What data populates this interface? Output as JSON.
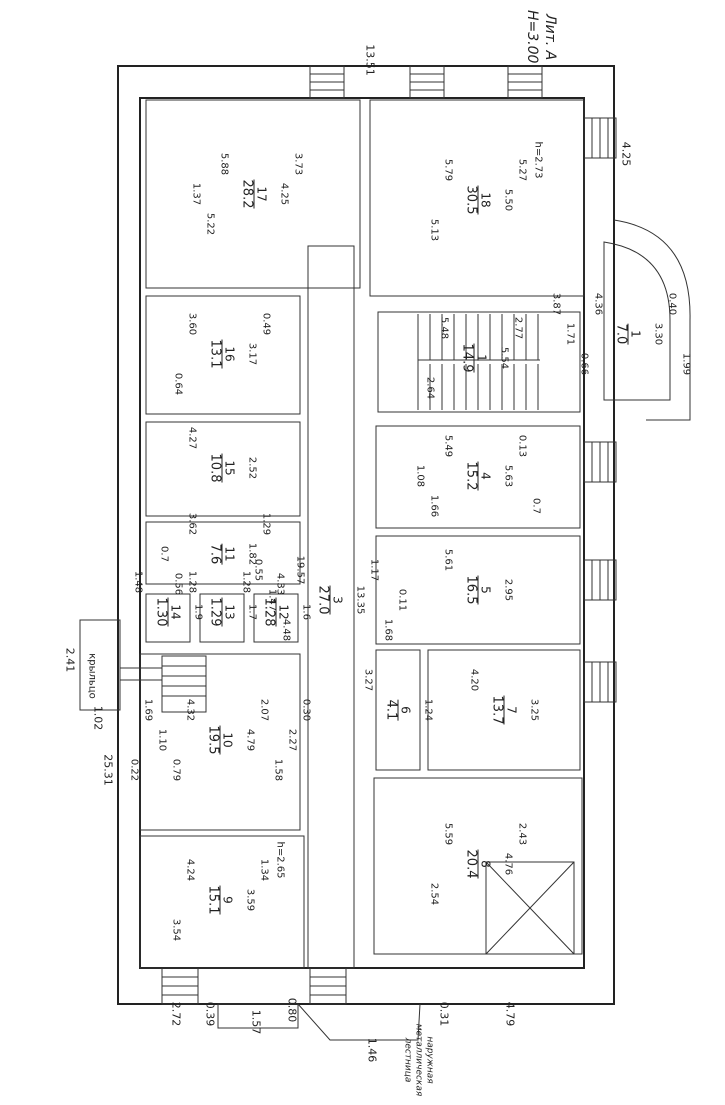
{
  "header": {
    "lit": "Лит. А",
    "height": "H=3.00"
  },
  "rooms": [
    {
      "id": "17",
      "area": "28.2",
      "dims": [
        "5.88",
        "4.25",
        "5.22",
        "3.73",
        "1.37"
      ]
    },
    {
      "id": "18",
      "area": "30.5",
      "dims": [
        "5.79",
        "5.50",
        "5.13",
        "5.27"
      ],
      "h": "h=2.73"
    },
    {
      "id": "16",
      "area": "13.1",
      "dims": [
        "3.60",
        "3.17",
        "0.64",
        "0.49"
      ]
    },
    {
      "id": "1",
      "area": "14.9",
      "dims": [
        "5.48",
        "5.54",
        "2.64",
        "2.77"
      ]
    },
    {
      "id": "1",
      "area": "7.0",
      "dims": [
        "4.36",
        "3.30",
        "0.66",
        "0.40",
        "1.71",
        "1.99",
        "3.87"
      ]
    },
    {
      "id": "15",
      "area": "10.8",
      "dims": [
        "4.27",
        "2.52"
      ]
    },
    {
      "id": "4",
      "area": "15.2",
      "dims": [
        "5.49",
        "5.63",
        "1.66",
        "0.13",
        "1.08",
        "0.7"
      ]
    },
    {
      "id": "11",
      "area": "7.6",
      "dims": [
        "3.62",
        "1.82",
        "0.56",
        "1.29",
        "0.7",
        "4.33"
      ]
    },
    {
      "id": "14",
      "area": "1.30",
      "dims": [
        "1.48",
        "1.9"
      ]
    },
    {
      "id": "13",
      "area": "1.29",
      "dims": [
        "1.28",
        "1.7"
      ]
    },
    {
      "id": "12",
      "area": "1.28",
      "dims": [
        "1.28",
        "1.6"
      ]
    },
    {
      "id": "5",
      "area": "16.5",
      "dims": [
        "5.61",
        "2.95"
      ]
    },
    {
      "id": "3",
      "area": "27.0",
      "dims": [
        "19.57",
        "13.35",
        "4.48",
        "1.17",
        "1.47",
        "1.68",
        "0.55",
        "0.11"
      ]
    },
    {
      "id": "10",
      "area": "19.5",
      "dims": [
        "4.32",
        "4.79",
        "0.79",
        "2.07",
        "1.10",
        "1.58",
        "1.69",
        "2.27",
        "0.22",
        "0.30"
      ]
    },
    {
      "id": "6",
      "area": "4.1",
      "dims": [
        "3.27",
        "1.24"
      ]
    },
    {
      "id": "7",
      "area": "13.7",
      "dims": [
        "4.20",
        "3.25"
      ]
    },
    {
      "id": "8",
      "area": "20.4",
      "dims": [
        "5.59",
        "4.76",
        "2.54",
        "2.43"
      ]
    },
    {
      "id": "9",
      "area": "15.1",
      "dims": [
        "4.24",
        "3.59",
        "3.54",
        "1.34"
      ],
      "h": "h=2.65"
    }
  ],
  "outer": {
    "top": "13.51",
    "left": "25.31",
    "bottom_right": "4.79",
    "bottom_left": "2.72",
    "porch_w": "2.41",
    "porch_d": "1.02",
    "step_a": "0.39",
    "step_b": "1.57",
    "step_c": "0.80",
    "step_d": "1.46",
    "step_e": "0.31",
    "top_right": "4.25"
  },
  "labels": {
    "porch": "крыльцо",
    "stair_note": "наружная металлическая лестница"
  }
}
